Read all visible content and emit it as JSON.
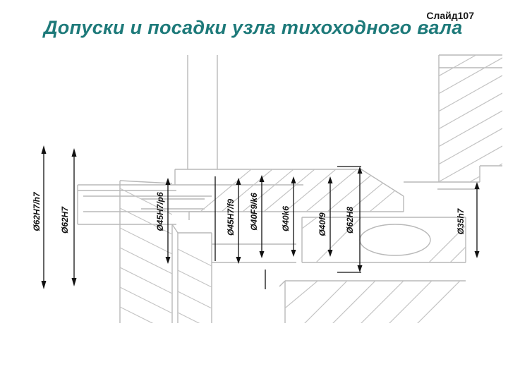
{
  "slide": {
    "number_label": "Слайд107",
    "title": "Допуски и посадки узла тихоходного вала"
  },
  "dimensions": [
    {
      "id": "d62H7h7",
      "label": "Ø62H7/h7"
    },
    {
      "id": "d62H7",
      "label": "Ø62H7"
    },
    {
      "id": "d45H7p6",
      "label": "Ø45H7/p6"
    },
    {
      "id": "d45H7f9",
      "label": "Ø45H7/f9"
    },
    {
      "id": "d40F9k6",
      "label": "Ø40F9/k6"
    },
    {
      "id": "d40k6",
      "label": "Ø40k6"
    },
    {
      "id": "d40f9",
      "label": "Ø40f9"
    },
    {
      "id": "d62H8",
      "label": "Ø62H8"
    },
    {
      "id": "d35h7",
      "label": "Ø35h7"
    }
  ],
  "colors": {
    "title": "#1e7a7a",
    "drawing_lines": "#b9b9b9",
    "dimension_lines": "#111111"
  }
}
